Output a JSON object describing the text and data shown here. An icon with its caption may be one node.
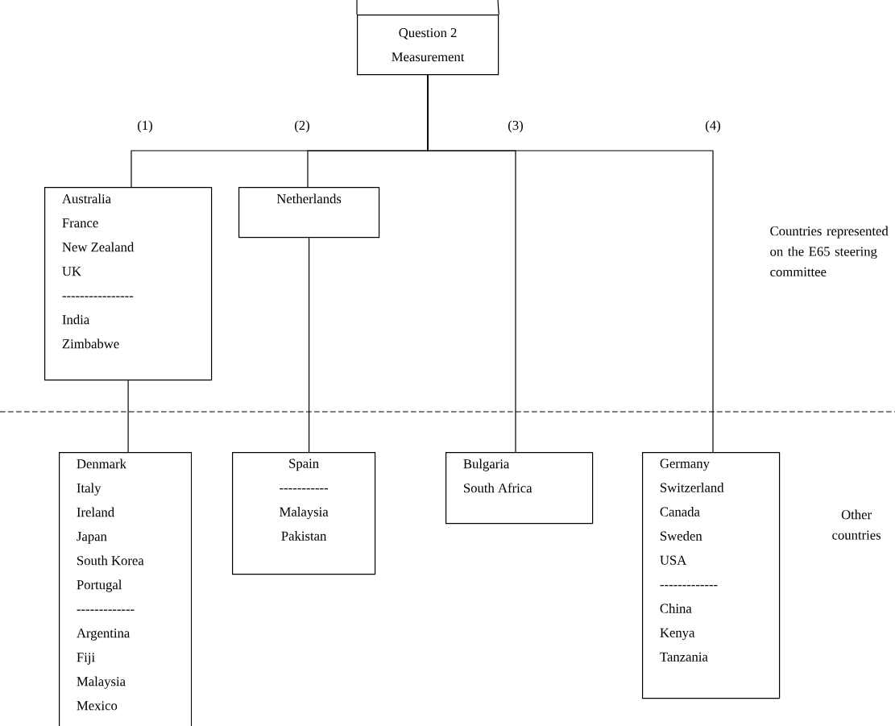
{
  "diagram": {
    "nodes": [
      {
        "text": [
          "Question 2",
          "Measurement"
        ]
      },
      {
        "text": [
          "Australia",
          "France",
          "New Zealand",
          "UK",
          "----------------",
          "India",
          "Zimbabwe"
        ]
      },
      {
        "text": [
          "Netherlands"
        ]
      },
      {
        "text": [
          "Denmark",
          "Italy",
          "Ireland",
          "Japan",
          "South Korea",
          "Portugal",
          "-------------",
          "Argentina",
          "Fiji",
          "Malaysia",
          "Mexico"
        ]
      },
      {
        "text": [
          "Spain",
          "-----------",
          "Malaysia",
          "Pakistan"
        ]
      },
      {
        "text": [
          "Bulgaria",
          "South Africa"
        ]
      },
      {
        "text": [
          "Germany",
          "Switzerland",
          "Canada",
          "Sweden",
          "USA",
          "-------------",
          "China",
          "Kenya",
          "Tanzania"
        ]
      }
    ],
    "edges": [
      {
        "from": 0,
        "to": 1,
        "arrow": "none",
        "label": "(1)"
      },
      {
        "from": 0,
        "to": 2,
        "arrow": "none",
        "label": "(2)"
      },
      {
        "from": 0,
        "to": 5,
        "arrow": "none",
        "label": "(3)"
      },
      {
        "from": 0,
        "to": 6,
        "arrow": "none",
        "label": "(4)"
      },
      {
        "from": 1,
        "to": 3,
        "arrow": "none"
      },
      {
        "from": 2,
        "to": 4,
        "arrow": "none"
      }
    ],
    "labels": [
      "Countries represented on the E65 steering committee",
      "Other countries"
    ]
  }
}
